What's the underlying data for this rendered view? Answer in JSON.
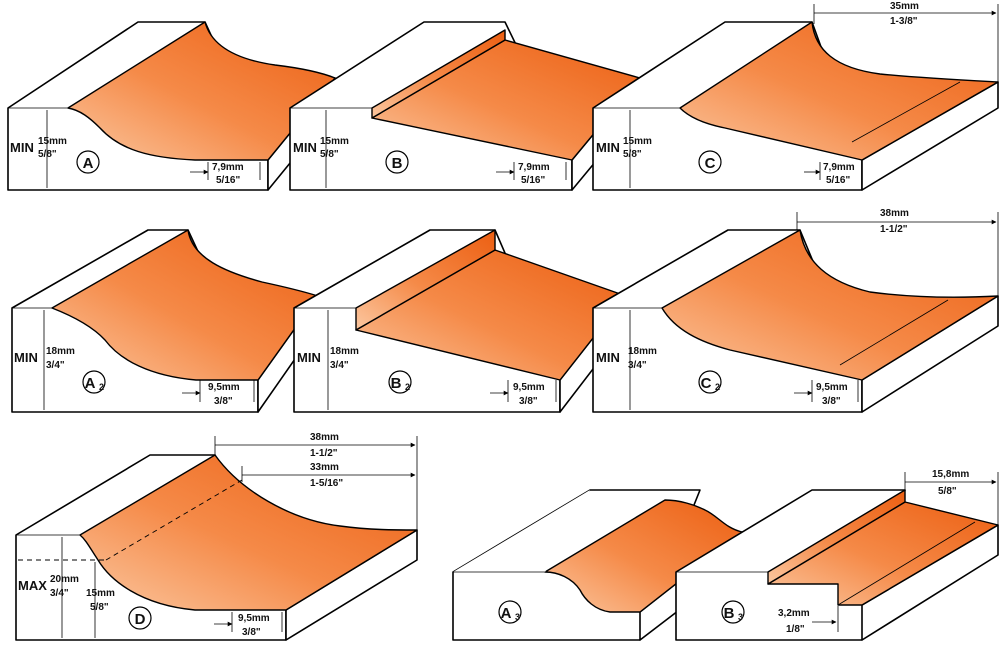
{
  "profiles": [
    {
      "id": "A",
      "letter": "A",
      "sub": "",
      "limit": "MIN",
      "height_mm": "15mm",
      "height_in": "5/8\"",
      "step_mm": "7,9mm",
      "step_in": "5/16\""
    },
    {
      "id": "B",
      "letter": "B",
      "sub": "",
      "limit": "MIN",
      "height_mm": "15mm",
      "height_in": "5/8\"",
      "step_mm": "7,9mm",
      "step_in": "5/16\""
    },
    {
      "id": "C",
      "letter": "C",
      "sub": "",
      "limit": "MIN",
      "height_mm": "15mm",
      "height_in": "5/8\"",
      "step_mm": "7,9mm",
      "step_in": "5/16\"",
      "width_mm": "35mm",
      "width_in": "1-3/8\""
    },
    {
      "id": "A2",
      "letter": "A",
      "sub": "2",
      "limit": "MIN",
      "height_mm": "18mm",
      "height_in": "3/4\"",
      "step_mm": "9,5mm",
      "step_in": "3/8\""
    },
    {
      "id": "B2",
      "letter": "B",
      "sub": "2",
      "limit": "MIN",
      "height_mm": "18mm",
      "height_in": "3/4\"",
      "step_mm": "9,5mm",
      "step_in": "3/8\""
    },
    {
      "id": "C2",
      "letter": "C",
      "sub": "2",
      "limit": "MIN",
      "height_mm": "18mm",
      "height_in": "3/4\"",
      "step_mm": "9,5mm",
      "step_in": "3/8\"",
      "width_mm": "38mm",
      "width_in": "1-1/2\""
    },
    {
      "id": "D",
      "letter": "D",
      "sub": "",
      "limit": "MAX",
      "height_mm": "20mm",
      "height_in": "3/4\"",
      "inner_mm": "15mm",
      "inner_in": "5/8\"",
      "step_mm": "9,5mm",
      "step_in": "3/8\"",
      "width_mm": "38mm",
      "width_in": "1-1/2\"",
      "width2_mm": "33mm",
      "width2_in": "1-5/16\""
    },
    {
      "id": "A3",
      "letter": "A",
      "sub": "3"
    },
    {
      "id": "B3",
      "letter": "B",
      "sub": "3",
      "width_mm": "15,8mm",
      "width_in": "5/8\"",
      "step_mm": "3,2mm",
      "step_in": "1/8\""
    }
  ],
  "colors": {
    "face_light": "#fbc7a0",
    "face_dark": "#ec5f12",
    "line": "#000000",
    "block": "#ffffff"
  }
}
